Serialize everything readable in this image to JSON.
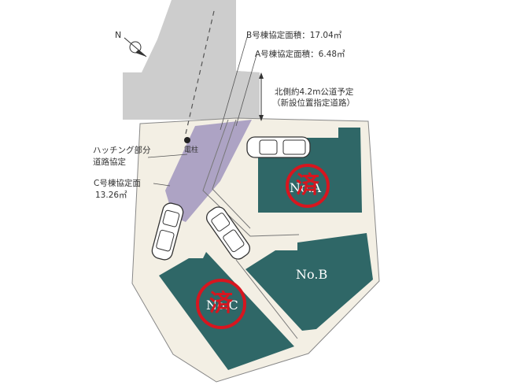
{
  "north_letter": "N",
  "labels": {
    "b_agreement": "B号棟協定面積：17.04㎡",
    "a_agreement": "A号棟協定面積：6.48㎡",
    "north_road_line1": "北側約4.2m公道予定",
    "north_road_line2": "（新設位置指定道路）",
    "hatched_line1": "ハッチング部分",
    "hatched_line2": "道路協定",
    "c_agreement_line1": "C号棟協定面",
    "c_agreement_line2": "13.26㎡",
    "utility_pole": "電柱"
  },
  "lots": {
    "a": "No.A",
    "b": "No.B",
    "c": "No.C"
  },
  "sold_mark": "済",
  "colors": {
    "building": "#2f6767",
    "site": "#f3efe4",
    "road": "#cdcdcd",
    "hatch": "#ada3c4",
    "sold": "#d7161f"
  }
}
